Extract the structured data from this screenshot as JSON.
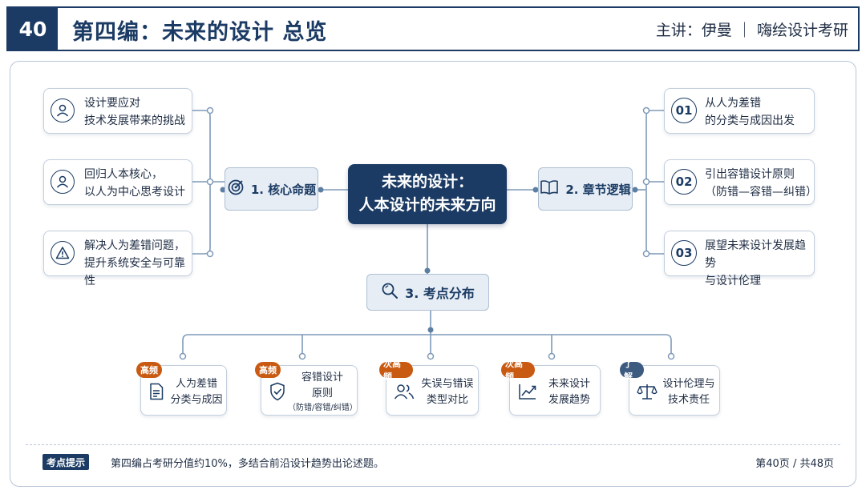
{
  "header": {
    "page_number": "40",
    "title": "第四编：未来的设计 总览",
    "right_text": "主讲：伊曼 ｜ 嗨绘设计考研"
  },
  "center": {
    "line1": "未来的设计：",
    "line2": "人本设计的未来方向"
  },
  "nodes": {
    "core": "1. 核心命题",
    "logic": "2. 章节逻辑",
    "exam": "3. 考点分布"
  },
  "left_items": [
    {
      "icon": "user-icon",
      "line1": "设计要应对",
      "line2": "技术发展带来的挑战"
    },
    {
      "icon": "user-icon",
      "line1": "回归人本核心，",
      "line2": "以人为中心思考设计"
    },
    {
      "icon": "warning-icon",
      "line1": "解决人为差错问题，",
      "line2": "提升系统安全与可靠性"
    }
  ],
  "right_items": [
    {
      "num": "01",
      "line1": "从人为差错",
      "line2": "的分类与成因出发"
    },
    {
      "num": "02",
      "line1": "引出容错设计原则",
      "line2": "（防错—容错—纠错）"
    },
    {
      "num": "03",
      "line1": "展望未来设计发展趋势",
      "line2": "与设计伦理"
    }
  ],
  "bottom_items": [
    {
      "tag": "高频",
      "icon": "document-icon",
      "line1": "人为差错",
      "line2": "分类与成因",
      "line3": ""
    },
    {
      "tag": "高频",
      "icon": "shield-check-icon",
      "line1": "容错设计",
      "line2": "原则",
      "line3": "（防错/容错/纠错）"
    },
    {
      "tag": "次高频",
      "icon": "users-icon",
      "line1": "失误与错误",
      "line2": "类型对比",
      "line3": ""
    },
    {
      "tag": "次高频",
      "icon": "trend-chart-icon",
      "line1": "未来设计",
      "line2": "发展趋势",
      "line3": ""
    },
    {
      "tag": "了解",
      "icon": "scale-icon",
      "line1": "设计伦理与",
      "line2": "技术责任",
      "line3": ""
    }
  ],
  "footer": {
    "tip_label": "考点提示",
    "tip_text": "第四编占考研分值约10%，多结合前沿设计趋势出论述题。",
    "page_info": "第40页 / 共48页"
  },
  "colors": {
    "navy": "#1b3b64",
    "node_bg": "#e6edf5",
    "tag_orange": "#c95a12",
    "tag_blue": "#3d5a80"
  }
}
